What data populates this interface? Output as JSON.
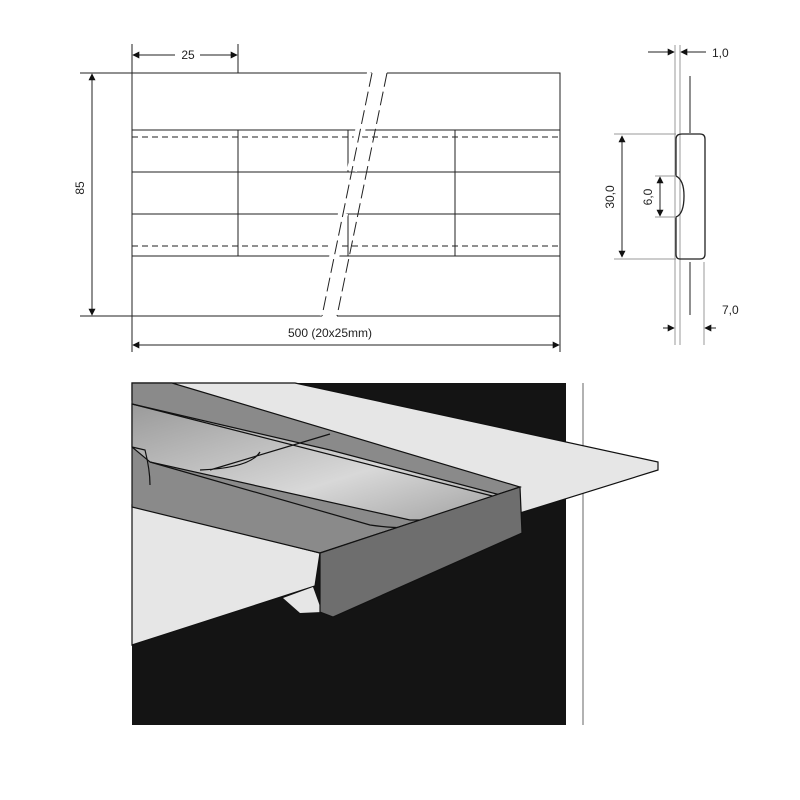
{
  "plan_view": {
    "segment_width_label": "25",
    "height_label": "85",
    "length_label": "500 (20x25mm)"
  },
  "profile_view": {
    "thickness_label": "1,0",
    "height_label": "30,0",
    "groove_label": "6,0",
    "depth_label": "7,0"
  },
  "colors": {
    "background": "#ffffff",
    "line": "#222222",
    "backdrop": "#141414",
    "sheet": "#e6e6e6",
    "profile_top": "#8a8a8a",
    "profile_face": "#6e6e6e"
  }
}
